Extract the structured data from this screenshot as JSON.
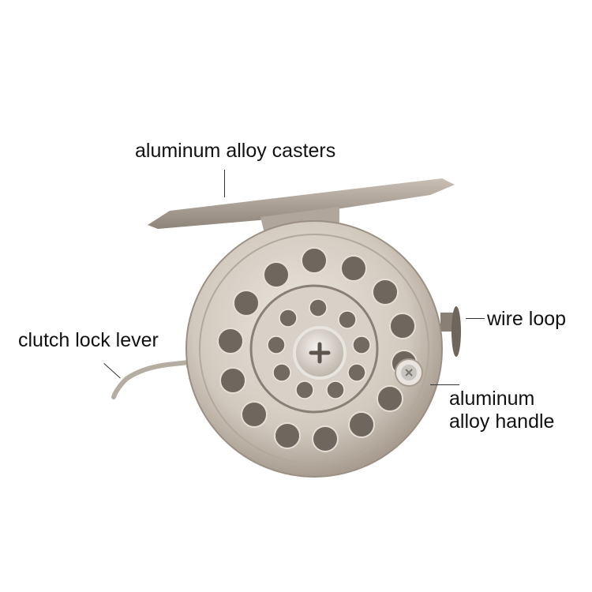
{
  "image": {
    "subject": "aluminum fly/ice fishing reel product photo",
    "background": "#ffffff",
    "metal_color": "#cfc6bb",
    "metal_dark": "#8a7f74",
    "label_color": "#111111"
  },
  "callouts": [
    {
      "id": "casters",
      "text": "aluminum alloy casters"
    },
    {
      "id": "clutch",
      "text": "clutch lock lever"
    },
    {
      "id": "wire",
      "text": "wire loop"
    },
    {
      "id": "handle_line1",
      "text": "aluminum"
    },
    {
      "id": "handle_line2",
      "text": "alloy handle"
    }
  ]
}
